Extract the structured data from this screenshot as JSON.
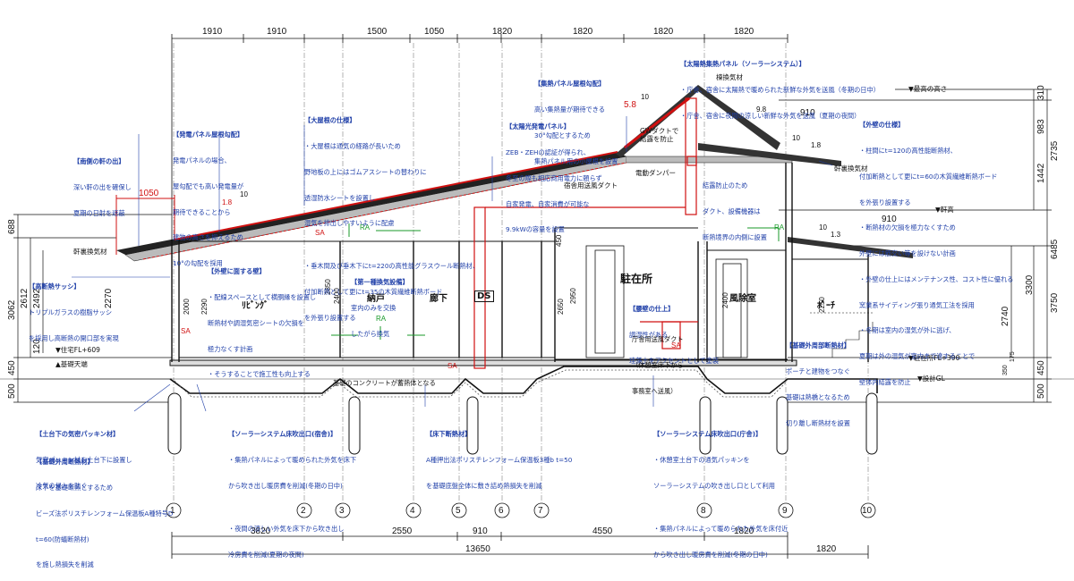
{
  "top_dims": [
    "1910",
    "1910",
    "1500",
    "1050",
    "1820",
    "1820",
    "1820",
    "1820"
  ],
  "bottom_dims": {
    "row1": [
      "3820",
      "2550",
      "910",
      "4550",
      "1820"
    ],
    "total": "13650",
    "extra": "1820"
  },
  "left_dims": [
    "688",
    "2612",
    "2492",
    "3062",
    "2270",
    "120",
    "450",
    "500"
  ],
  "right_dims": [
    "310",
    "983",
    "2735",
    "1442",
    "6485",
    "3300",
    "3750",
    "2740",
    "450",
    "500",
    "175",
    "350"
  ],
  "mid_dims": {
    "d910a": "910",
    "d910b": "910",
    "d1050": "1050",
    "h450a": "450",
    "h450b": "450",
    "h2000": "2000",
    "h2290": "2290",
    "h2400a": "2400",
    "h2850": "2850",
    "h2400b": "2400",
    "h2950": "2950",
    "h2650": "2650",
    "h2400c": "2400",
    "h2250": "2250"
  },
  "rooms": {
    "living": "ﾘﾋﾞﾝｸﾞ",
    "nando": "納戸",
    "rouka": "廊下",
    "ds": "DS",
    "chuzaisho": "駐在所",
    "fuujoshitsu": "風除室",
    "porch": "ﾎﾟｰﾁ"
  },
  "grid_labels": [
    "1",
    "2",
    "3",
    "4",
    "5",
    "6",
    "7",
    "8",
    "9",
    "10"
  ],
  "levels": {
    "saikou": "▼最高の高さ",
    "nokidaka": "▼軒高",
    "jukyo_fl": "▼住宅FL+609",
    "kiso_tenba": "▲基礎天端",
    "chuzaisho_fl": "▼駐在所FL+390",
    "sekkei_gl": "▼設計GL"
  },
  "slopes": {
    "s1": "1.8",
    "s10a": "10",
    "s10b": "10",
    "s58": "5.8",
    "s98": "9.8",
    "s18": "1.8",
    "s13": "1.3",
    "s10c": "10",
    "s10d": "10",
    "red1050": "1050"
  },
  "tags": {
    "sa1": "SA",
    "ra1": "RA",
    "ra2": "RA",
    "sa2": "SA",
    "sa3": "SA",
    "ra3": "RA",
    "sa4": "SA",
    "noki_kanki_l": "軒裏換気材",
    "noki_kanki_r": "軒裏換気材",
    "munagi": "棟換気材",
    "gw_duct": "GWダクトで\n結露を防止",
    "dempa": "電動ダンパー",
    "shokusho": "宿舎用送風ダクト"
  },
  "notes": {
    "minami": {
      "title": "【南側の軒の出】",
      "lines": [
        "深い軒の出を確保し",
        "夏期の日射を遮蔽"
      ]
    },
    "hatsuden": {
      "title": "【発電パネル屋根勾配】",
      "lines": [
        "発電パネルの場合、",
        "屋勾配でも高い発電量が",
        "期待できることから",
        "建物の高さを抑えるため",
        "10°の勾配を採用"
      ]
    },
    "oyane": {
      "title": "【大屋根の仕様】",
      "lines": [
        "・大屋根は通気の経路が長いため",
        "野地板の上にはゴムアスシートの替わりに",
        "透湿防水シートを設置し",
        "湿気を排出しやすいように配慮",
        "",
        "・垂木間及び垂木下にt=220の高性能グラスウール断熱材、",
        "付加断熱として更にt=35の木質繊維断熱ボード",
        "を外張り設置する"
      ]
    },
    "taiyoko": {
      "title": "【太陽光発電パネル】",
      "lines": [
        "ZEB・ZEHの認証が得られ、",
        "冬至の際も相応商用電力に頼らず",
        "自家発電、自家消費が可能な",
        "9.9kWの容量を設置"
      ]
    },
    "shunetsu": {
      "title": "【集熱パネル屋根勾配】",
      "lines": [
        "高い集熱量が期待できる",
        "30°勾配とするため",
        "集熱パネル用の小屋根を設置"
      ]
    },
    "taiyonetsu": {
      "title": "【太陽熱集熱パネル（ソーラーシステム）】",
      "lines": [
        "・庁舎、宿舎に太陽熱で暖められた新鮮な外気を送風（冬期の日中）",
        "・庁舎、宿舎に夜間の涼しい新鮮な外気を送風（夏期の夜間）"
      ]
    },
    "gaiheki_shiyo": {
      "title": "【外壁の仕様】",
      "lines": [
        "・柱間にt=120の高性能断熱材、",
        "付加断熱として更にt=60の木質繊維断熱ボード",
        "を外張り設置する",
        "・断熱材の欠損を極力なくすため",
        "外壁には筋交い等を設けない計画",
        "・外壁の仕上にはメンテナンス性、コスト性に優れる",
        "窯業系サイディング張り通気工法を採用",
        "・冬期は室内の湿気が外に逃げ、",
        "夏期は外の湿気が室内まで達することで",
        "壁体内結露を防止"
      ]
    },
    "ketsuro": {
      "title": "",
      "lines": [
        "結露防止のため",
        "ダクト、設備機器は",
        "断熱境界の内側に設置"
      ]
    },
    "gaiheki_sessuru": {
      "title": "【外壁に面する壁】",
      "lines": [
        "・配線スペースとして横胴縁を設置し",
        "断熱材や調湿気密シートの欠損を",
        "極力なくす計画",
        "・そうすることで施工性も向上する"
      ]
    },
    "kanki": {
      "title": "【第一種換気設備】",
      "lines": [
        "室内のみを交換",
        "したがら換気"
      ]
    },
    "koudansetsu": {
      "title": "【高断熱サッシ】",
      "lines": [
        "トリプルガラスの樹脂サッシ",
        "を採用し高断熱の開口部を実現"
      ]
    },
    "chuzaisho_shiage": {
      "title": "【腰壁の仕上】",
      "lines": [
        "調湿性がある",
        "珪藻土をアクセントとして塗装"
      ]
    },
    "shokusho_duct": {
      "title": "",
      "lines": [
        "庁舎用送風ダクト",
        "（休憩室床下から",
        "事務室へ送風）"
      ]
    },
    "kiso_konk": {
      "title": "",
      "lines": [
        "基礎のコンクリートが蓄熱体となる"
      ]
    },
    "kiso_gaishu": {
      "title": "【基礎外周部断熱材】",
      "lines": [
        "ポーチと建物をつなぐ",
        "基礎は熱橋となるため",
        "切り離し断熱材を設置"
      ]
    },
    "dodai": {
      "title": "【土台下の気密パッキン材】",
      "lines": [
        "気密パッキン材を土台下に設置し",
        "冷気の侵入を防ぐ"
      ]
    },
    "kiso_danetsu": {
      "title": "【基礎外周断熱材】",
      "lines": [
        "床下を基礎断熱とするため",
        "ビーズ法ポリスチレンフォーム保温板A種特号D",
        "t=60(防蟻断熱材)",
        "を施し熱損失を削減"
      ]
    },
    "solar_shukusha": {
      "title": "【ソーラーシステム床吹出口(宿舎)】",
      "lines": [
        "・集熱パネルによって暖められた外気を床下",
        "から吹き出し暖房費を削減(冬期の日中)",
        "",
        "・夜間の涼しい外気を床下から吹き出し",
        "冷房費を削減(夏期の夜間)"
      ]
    },
    "yukashita": {
      "title": "【床下断熱材】",
      "lines": [
        "A種押出法ポリスチレンフォーム保温板3種b t=50",
        "を基礎底盤全体に敷き詰め熱損失を削減"
      ]
    },
    "solar_chosha": {
      "title": "【ソーラーシステム床吹出口(庁舎)】",
      "lines": [
        "・休憩室土台下の通気パッキンを",
        "ソーラーシステムの吹き出し口として利用",
        "",
        "・集熱パネルによって暖められた外気を床付近",
        "から吹き出し暖房費を削減(冬期の日中)"
      ]
    }
  }
}
